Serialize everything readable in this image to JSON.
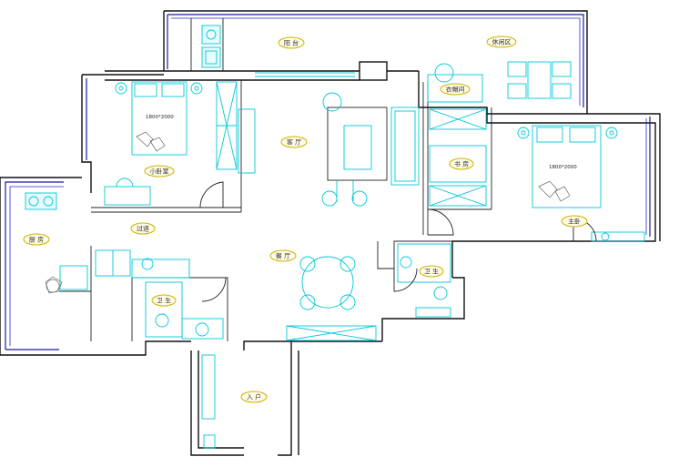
{
  "rooms": [
    {
      "id": "balcony",
      "label": "阳 台"
    },
    {
      "id": "leisure",
      "label": "休闲区"
    },
    {
      "id": "second-bedroom",
      "label": "小卧室"
    },
    {
      "id": "living-room",
      "label": "客 厅"
    },
    {
      "id": "study",
      "label": "书 房"
    },
    {
      "id": "master-bedroom",
      "label": "主卧"
    },
    {
      "id": "kitchen",
      "label": "厨 房"
    },
    {
      "id": "corridor",
      "label": "过道"
    },
    {
      "id": "dining-room",
      "label": "餐 厅"
    },
    {
      "id": "bathroom-1",
      "label": "卫 生"
    },
    {
      "id": "bathroom-2",
      "label": "卫 生"
    },
    {
      "id": "entrance",
      "label": "入 户"
    },
    {
      "id": "wardrobe",
      "label": "衣帽间"
    }
  ],
  "bed_sizes": {
    "second": "1800*2000",
    "master": "1800*2000"
  },
  "colors": {
    "wall": "#111111",
    "furniture": "#00c8d8",
    "window": "#1a1aa0",
    "label_fill": "#fffbe6",
    "label_stroke": "#c8b400"
  }
}
